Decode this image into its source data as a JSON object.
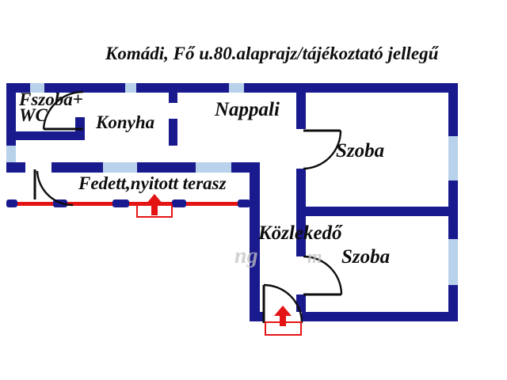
{
  "title": "Komádi, Fő u.80.alaprajz/tájékoztató jellegű",
  "rooms": {
    "bathroom_line1": "Fszoba+",
    "bathroom_line2": "WC",
    "kitchen": "Konyha",
    "living": "Nappali",
    "room_right": "Szoba",
    "terrace": "Fedett,nyitott terasz",
    "hallway": "Közlekedő",
    "room_bottom": "Szoba"
  },
  "watermark": {
    "fragment_left": "ng",
    "fragment_right": "m"
  },
  "colors": {
    "wall": "#1a1a8f",
    "window": "#b9d2ec",
    "red": "#e41414",
    "text": "#0d0d0d",
    "watermark": "#c2c2c2",
    "background": "#ffffff"
  }
}
